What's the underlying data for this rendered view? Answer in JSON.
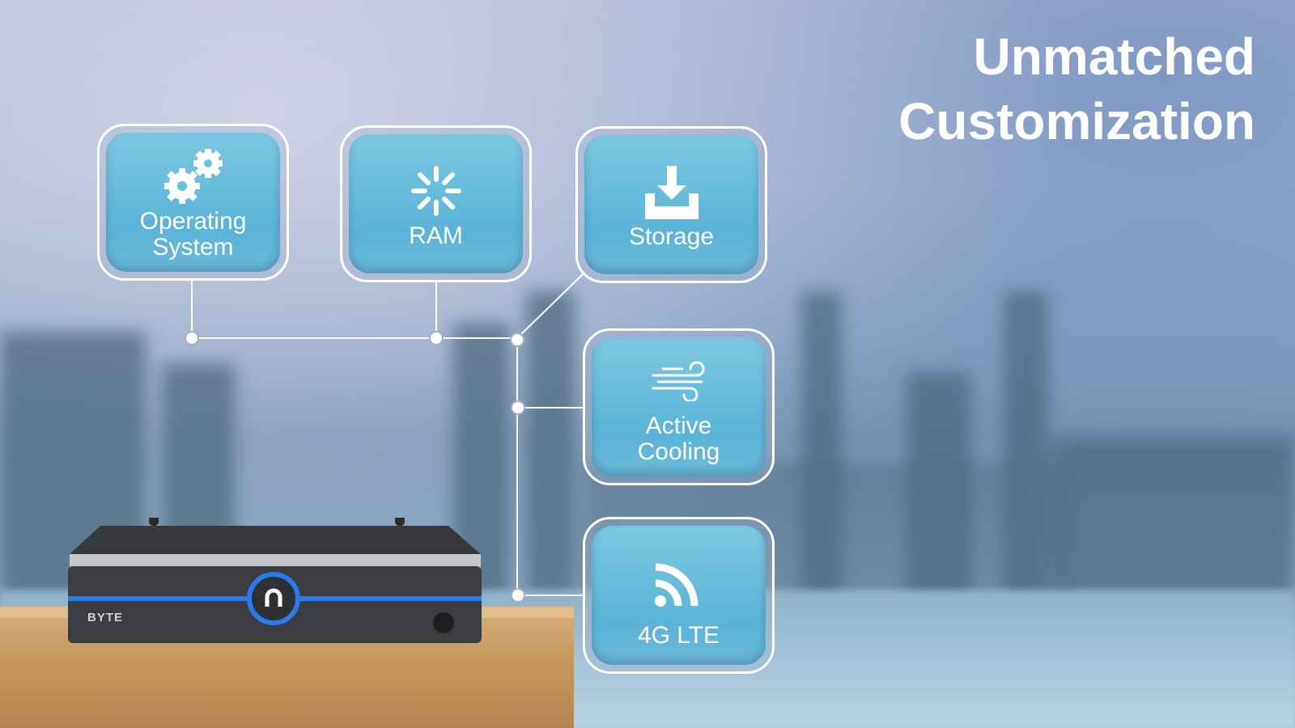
{
  "headline": {
    "line1": "Unmatched",
    "line2": "Customization"
  },
  "features": [
    {
      "label": "Operating System",
      "icon": "gears-icon"
    },
    {
      "label": "RAM",
      "icon": "loading-spinner-icon"
    },
    {
      "label": "Storage",
      "icon": "download-tray-icon"
    },
    {
      "label": "Active Cooling",
      "icon": "wind-icon"
    },
    {
      "label": "4G LTE",
      "icon": "rss-signal-icon"
    }
  ],
  "device": {
    "brand": "BYTE"
  },
  "colors": {
    "card": "#5bb3d7",
    "accent_blue": "#2a7bea",
    "text": "#ffffff"
  }
}
